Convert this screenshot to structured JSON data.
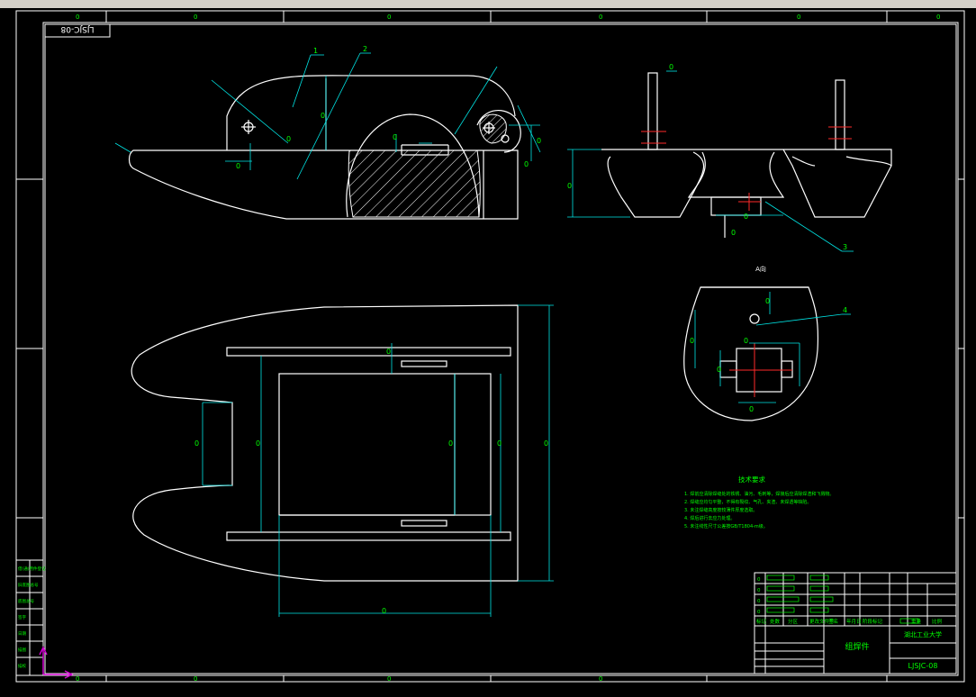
{
  "colors": {
    "background": "#000000",
    "outline": "#ffffff",
    "dimension": "#00e5e5",
    "dim_text": "#00ff00",
    "centerline": "#ff2a2a",
    "ucs": "#d000d0"
  },
  "drawing": {
    "code_box": "LJSJC-08",
    "title_code": "LJSJC-08",
    "part_name": "组焊件",
    "school": "湖北工业大学",
    "view_label": "A向",
    "tech_req_title": "技术要求",
    "tech_req_lines": [
      "1. 焊前应清除焊缝处的铁锈、油污、毛刺等，焊接后应清除焊渣和飞溅物。",
      "2. 焊缝应均匀平整，不得有裂纹、气孔、夹渣、未焊透等缺陷。",
      "3. 未注焊缝高度按较薄件厚度选取。",
      "4. 焊后进行去应力处理。",
      "5. 未注线性尺寸公差按GB/T1804-m级。"
    ],
    "balloons": [
      "1",
      "2",
      "3",
      "4"
    ],
    "zone_mark": "0",
    "title_block_headers": [
      "标记",
      "处数",
      "分区",
      "更改文件号",
      "签名",
      "年月日",
      "阶段标记",
      "重量",
      "比例"
    ],
    "left_strip_labels": [
      "借(通)用件登记",
      "旧底图总号",
      "底图总号",
      "签字",
      "日期",
      "描图",
      "描校"
    ],
    "dim_marker": "0"
  }
}
